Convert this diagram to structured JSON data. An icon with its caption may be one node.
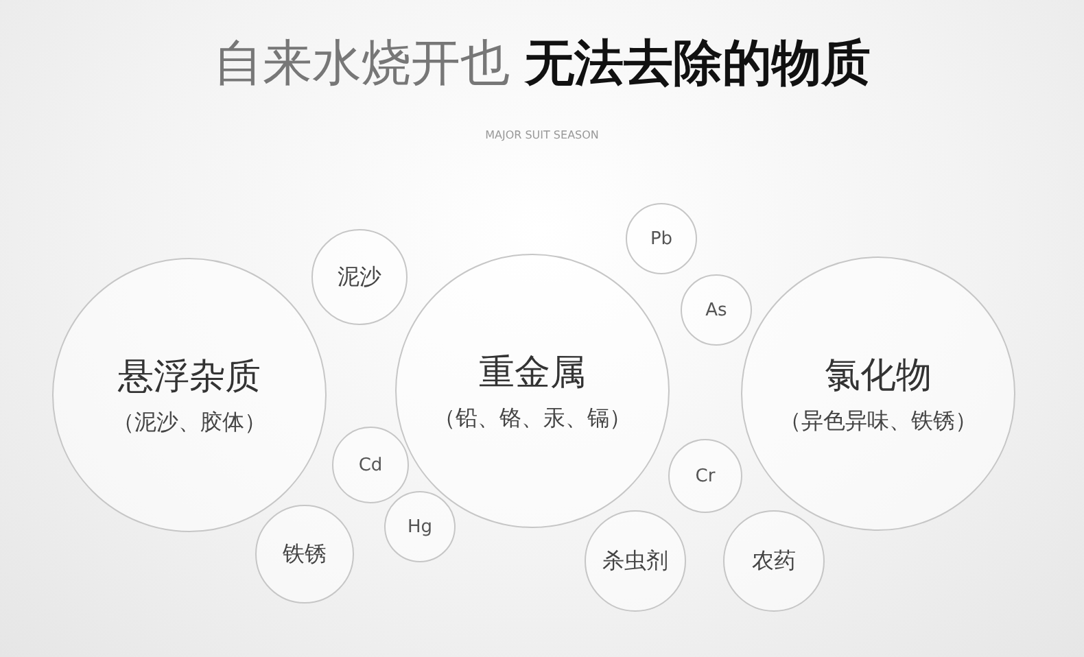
{
  "diagram": {
    "title": "自来水烧开也 **无法去除的物质**",
    "nodes": [
      {
        "text": [
          "Pb"
        ]
      },
      {
        "text": [
          "泥沙"
        ]
      },
      {
        "text": [
          "As"
        ]
      },
      {
        "text": [
          "悬浮杂质",
          "（泥沙、胶体）"
        ]
      },
      {
        "text": [
          "重金属",
          "（铅、铬、汞、镉）"
        ]
      },
      {
        "text": [
          "氯化物",
          "（异色异味、铁锈）"
        ]
      },
      {
        "text": [
          "Cd"
        ]
      },
      {
        "text": [
          "Cr"
        ]
      },
      {
        "text": [
          "Hg"
        ]
      },
      {
        "text": [
          "铁锈"
        ]
      },
      {
        "text": [
          "杀虫剂"
        ]
      },
      {
        "text": [
          "农药"
        ]
      }
    ],
    "edges": [],
    "labels": [
      "MAJOR SUIT SEASON"
    ]
  }
}
